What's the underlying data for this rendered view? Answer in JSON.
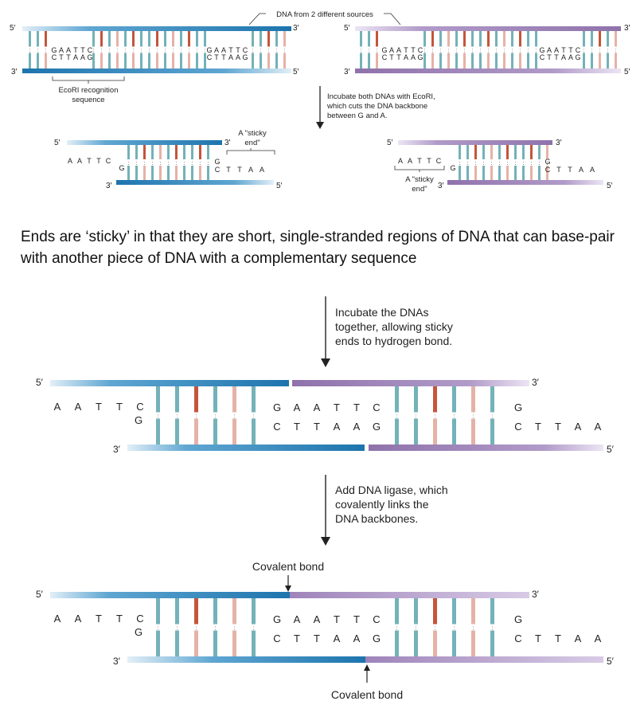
{
  "colors": {
    "blue_strand": "#1d74ad",
    "blue_strand_light": "#bcd9ea",
    "purple_strand": "#8f72ab",
    "purple_strand_light": "#d9cde6",
    "base_teal": "#73b2b8",
    "base_red": "#c4553b",
    "base_pink": "#e5b2a7",
    "arrow": "#222222"
  },
  "icons": [
    "down-arrow-icon",
    "bracket-icon"
  ],
  "sources_label": "DNA from 2 different sources",
  "recognition_label": [
    "EcoRI recognition",
    "sequence"
  ],
  "sticky_end_label": [
    "A \"sticky",
    "end\""
  ],
  "step1": [
    "Incubate both DNAs with EcoRI,",
    "which cuts the DNA backbone",
    "between G and A."
  ],
  "middle_text": "Ends are ‘sticky’ in that they are short, single-stranded regions of DNA that can base-pair with another piece of DNA with a complementary sequence",
  "step2": [
    "Incubate the DNAs",
    "together, allowing sticky",
    "ends to hydrogen bond."
  ],
  "step3": [
    "Add DNA ligase, which",
    "covalently links the",
    "DNA backbones."
  ],
  "covalent_bond_top": "Covalent bond",
  "covalent_bond_bottom": "Covalent bond",
  "polarity": {
    "five_prime": "5′",
    "three_prime": "3′"
  },
  "ecori_top": [
    "G",
    "A",
    "A",
    "T",
    "T",
    "C"
  ],
  "ecori_bottom": [
    "C",
    "T",
    "T",
    "A",
    "A",
    "G"
  ],
  "sticky_left": [
    "A",
    "A",
    "T",
    "T",
    "C"
  ],
  "sticky_right": [
    "C",
    "T",
    "T",
    "A",
    "A"
  ],
  "g_base": "G"
}
